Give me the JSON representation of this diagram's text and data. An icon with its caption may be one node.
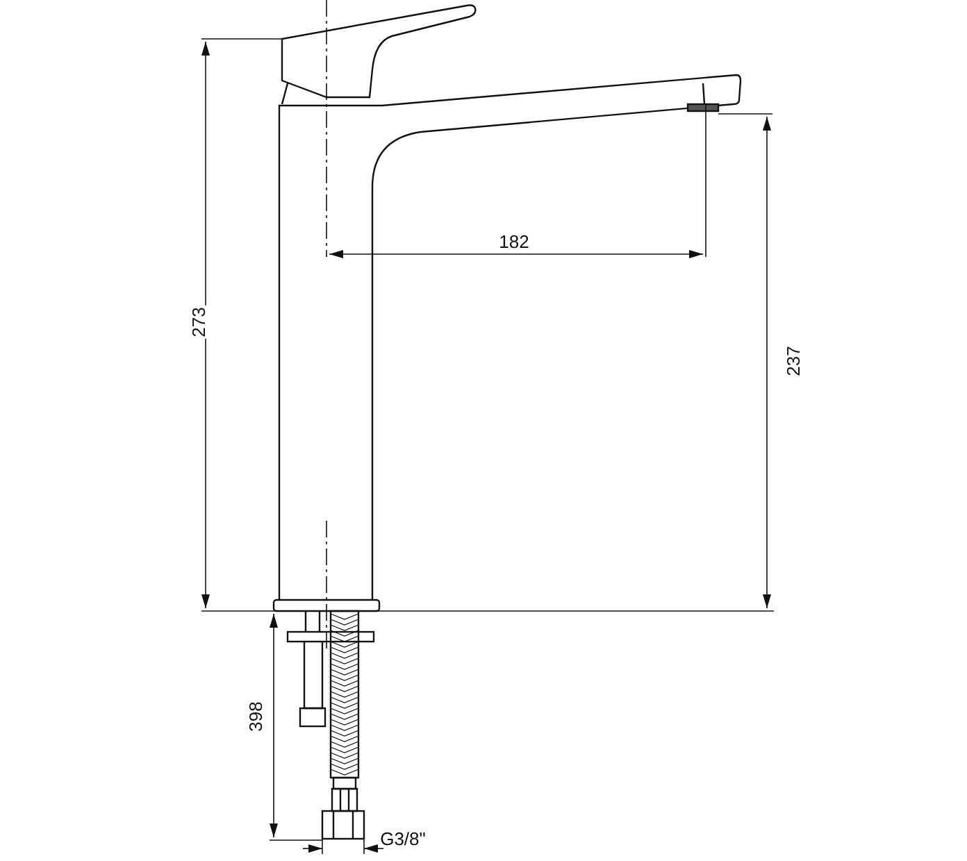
{
  "diagram": {
    "labels": [
      "273",
      "182",
      "237",
      "398",
      "G3/8\""
    ]
  }
}
